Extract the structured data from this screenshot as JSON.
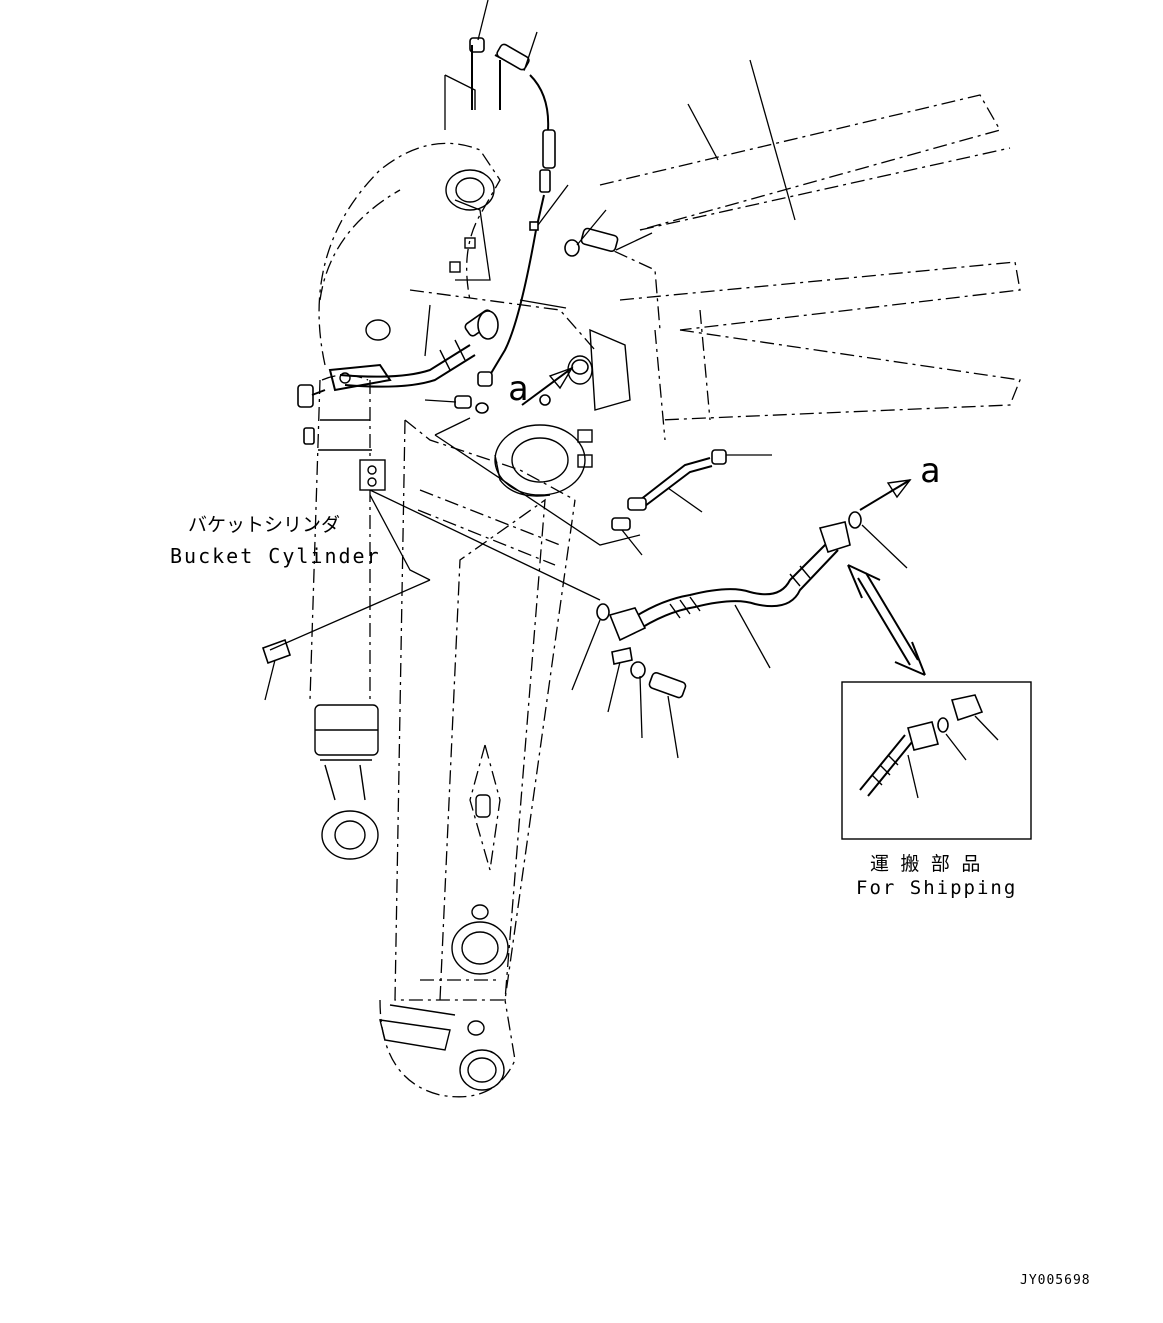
{
  "labels": {
    "bucket_cylinder_jp": "バケットシリンダ",
    "bucket_cylinder_en": "Bucket Cylinder",
    "for_shipping_jp": "運 搬 部 品",
    "for_shipping_en": "For Shipping",
    "view_a_1": "a",
    "view_a_2": "a",
    "drawing_code": "JY005698"
  },
  "colors": {
    "line": "#000000",
    "background": "#ffffff"
  }
}
